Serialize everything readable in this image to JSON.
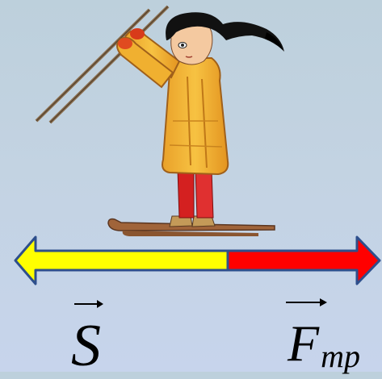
{
  "labels": {
    "displacement_symbol": "S",
    "friction_symbol": "F",
    "friction_subscript": "mp"
  },
  "colors": {
    "displacement_arrow": "#ffff00",
    "friction_arrow": "#ff0000",
    "arrow_outline": "#2e4f8c"
  }
}
